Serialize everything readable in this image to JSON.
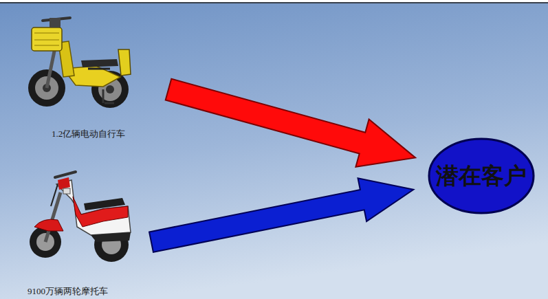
{
  "diagram": {
    "nodes": [
      {
        "text": [
          "1.2亿辆电动自行车"
        ]
      },
      {
        "text": [
          "9100万辆两轮摩托车"
        ]
      },
      {
        "text": [
          "潜在客户"
        ]
      }
    ],
    "edges": [
      {
        "from": 0,
        "to": 2,
        "arrow": "to"
      },
      {
        "from": 1,
        "to": 2,
        "arrow": "to"
      }
    ]
  }
}
